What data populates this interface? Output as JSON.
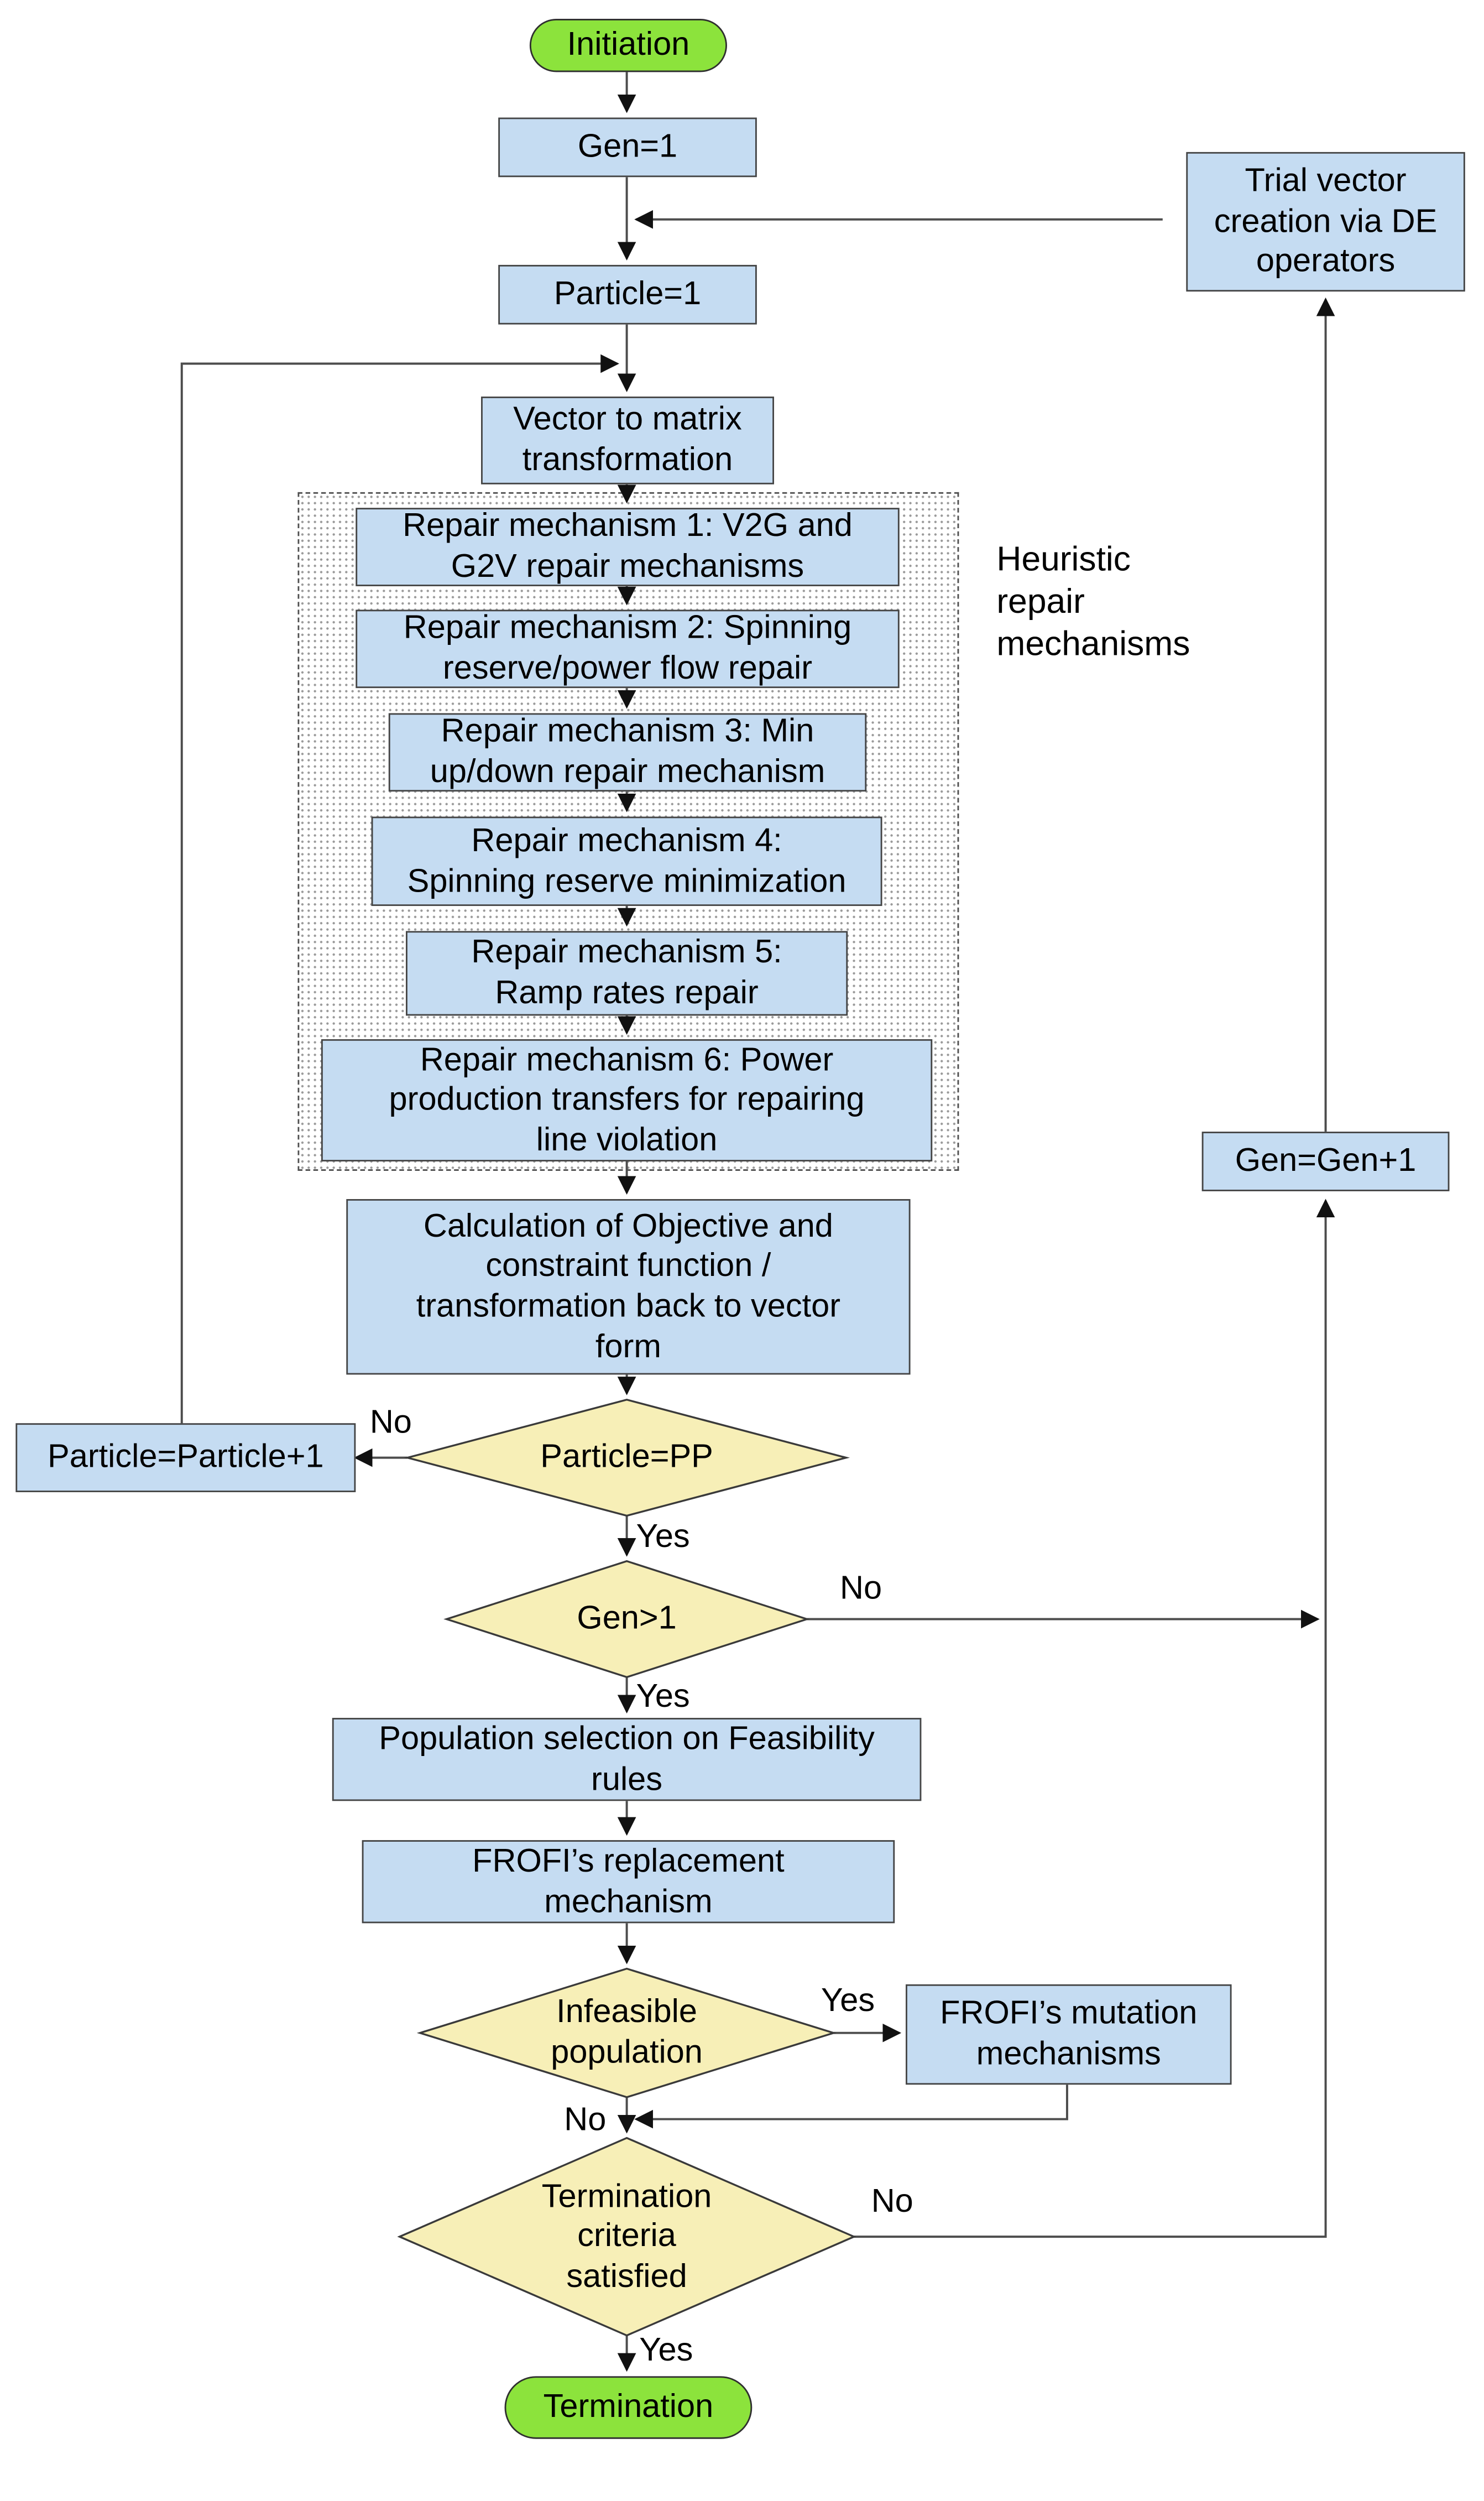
{
  "colors": {
    "process_fill": "#c5dcf2",
    "process_border": "#454545",
    "decision_fill": "#f7efb7",
    "decision_border": "#3a3a3a",
    "terminal_fill": "#8ce33c",
    "terminal_border": "#2f2f2f",
    "line": "#4d4d4d",
    "arrow": "#111111",
    "text": "#000000"
  },
  "nodes": {
    "initiation": {
      "label": "Initiation",
      "type": "terminal"
    },
    "gen1": {
      "label": "Gen=1",
      "type": "process"
    },
    "trial_vector": {
      "label": "Trial vector\ncreation via DE\noperators",
      "type": "process"
    },
    "particle1": {
      "label": "Particle=1",
      "type": "process"
    },
    "vector_to_matrix": {
      "label": "Vector to matrix\ntransformation",
      "type": "process"
    },
    "repair1": {
      "label": "Repair mechanism 1: V2G and\nG2V repair mechanisms",
      "type": "process"
    },
    "repair2": {
      "label": "Repair mechanism 2: Spinning\nreserve/power flow repair",
      "type": "process"
    },
    "repair3": {
      "label": "Repair mechanism 3: Min\nup/down repair mechanism",
      "type": "process"
    },
    "repair4": {
      "label": "Repair mechanism 4:\nSpinning reserve minimization",
      "type": "process"
    },
    "repair5": {
      "label": "Repair mechanism 5:\nRamp rates repair",
      "type": "process"
    },
    "repair6": {
      "label": "Repair mechanism 6: Power\nproduction transfers for repairing\nline violation",
      "type": "process"
    },
    "calculation": {
      "label": "Calculation of Objective and\nconstraint function /\ntransformation back to vector\nform",
      "type": "process"
    },
    "particle_pp": {
      "label": "Particle=PP",
      "type": "decision"
    },
    "particle_plus": {
      "label": "Particle=Particle+1",
      "type": "process"
    },
    "gen_gt1": {
      "label": "Gen>1",
      "type": "decision"
    },
    "gen_plus": {
      "label": "Gen=Gen+1",
      "type": "process"
    },
    "pop_selection": {
      "label": "Population selection on Feasibility\nrules",
      "type": "process"
    },
    "frofi_replacement": {
      "label": "FROFI’s replacement\nmechanism",
      "type": "process"
    },
    "infeasible": {
      "label": "Infeasible\npopulation",
      "type": "decision"
    },
    "frofi_mutation": {
      "label": "FROFI’s mutation\nmechanisms",
      "type": "process"
    },
    "termination_criteria": {
      "label": "Termination\ncriteria\nsatisfied",
      "type": "decision"
    },
    "termination": {
      "label": "Termination",
      "type": "terminal"
    }
  },
  "container_label": "Heuristic\nrepair\nmechanisms",
  "edge_labels": {
    "particle_pp_no": "No",
    "particle_pp_yes": "Yes",
    "gen_gt1_no": "No",
    "gen_gt1_yes": "Yes",
    "infeasible_yes": "Yes",
    "infeasible_no": "No",
    "termination_no": "No",
    "termination_yes": "Yes"
  }
}
